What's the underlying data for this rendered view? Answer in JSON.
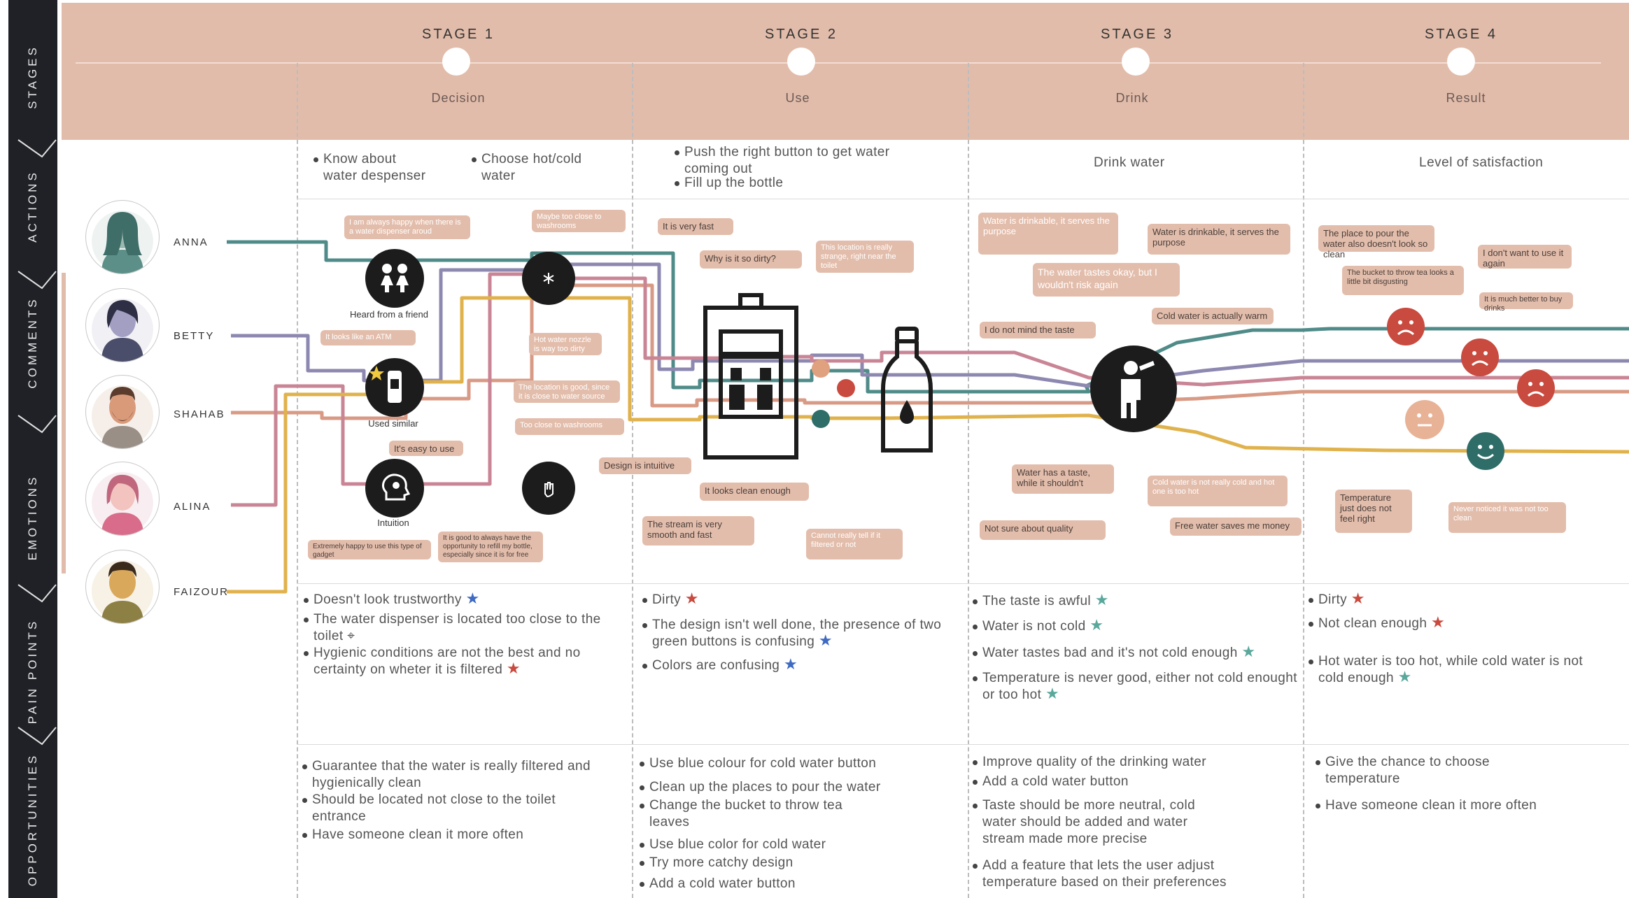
{
  "side_labels": {
    "stages": "STAGES",
    "actions": "ACTIONS",
    "comments": "COMMENTS",
    "emotions": "EMOTIONS",
    "pain_points": "PAIN POINTS",
    "opportunities": "OPPORTUNITIES"
  },
  "stages": [
    {
      "title": "STAGE 1",
      "subtitle": "Decision"
    },
    {
      "title": "STAGE 2",
      "subtitle": "Use"
    },
    {
      "title": "STAGE 3",
      "subtitle": "Drink"
    },
    {
      "title": "STAGE 4",
      "subtitle": "Result"
    }
  ],
  "actions": {
    "s1a": "Know about\nwater despenser",
    "s1b": "Choose hot/cold\nwater",
    "s2a": "Push the right button to get water\ncoming out",
    "s2b": "Fill up the bottle",
    "s3": "Drink water",
    "s4": "Level of satisfaction"
  },
  "personas": [
    "ANNA",
    "BETTY",
    "SHAHAB",
    "ALINA",
    "FAIZOUR"
  ],
  "icon_labels": {
    "friend": "Heard from a friend",
    "similar": "Used similar",
    "intuition": "Intuition"
  },
  "comments": {
    "c1": "I am always happy when there is a water dispenser aroud",
    "c2": "Maybe too close to washrooms",
    "c3": "It looks like an ATM",
    "c4": "Hot water nozzle is way too dirty",
    "c5": "The location is good, since it is close to water source",
    "c6": "Too close to washrooms",
    "c7": "It's easy to use",
    "c8": "Extremely happy to use this type of gadget",
    "c9": "It is good to always have the opportunity to refill my bottle, especially since it is for free",
    "c10": "It is very fast",
    "c11": "Why is it so dirty?",
    "c12": "This location is really strange, right near the toilet",
    "c13": "Design is intuitive",
    "c14": "It looks clean enough",
    "c15": "The stream is very smooth and fast",
    "c16": "Cannot really tell if it filtered or not",
    "c17": "Water is drinkable, it serves the purpose",
    "c18": "Water is drinkable, it serves the purpose",
    "c19": "The water tastes okay, but I wouldn't risk again",
    "c20": "Cold water is actually warm",
    "c21": "I do not mind the taste",
    "c22": "Water has a taste, while it shouldn't",
    "c23": "Cold water is not really cold and hot one is too hot",
    "c24": "Not sure about quality",
    "c25": "Free water saves me money",
    "c26": "The place to pour the water also doesn't look so clean",
    "c27": "I don't want to use it again",
    "c28": "The bucket to throw tea looks a little bit disgusting",
    "c29": "It is much better to buy drinks",
    "c30": "Temperature just does not feel right",
    "c31": "Never noticed it was not too clean"
  },
  "pain_points": {
    "s1": [
      "Doesn't look trustworthy",
      "The water dispenser is located too close to the toilet",
      "Hygienic conditions are not the best and no certainty on wheter it is filtered"
    ],
    "s2": [
      "Dirty",
      "The design isn't well done, the presence of two green buttons is confusing",
      "Colors are confusing"
    ],
    "s3": [
      "The taste is awful",
      "Water is not cold",
      "Water tastes bad and it's not cold enough",
      "Temperature is never good, either not cold enought or too hot"
    ],
    "s4": [
      "Dirty",
      "Not clean enough",
      "Hot water is too hot, while cold water is not cold enough"
    ]
  },
  "opportunities": {
    "s1": [
      "Guarantee that the water is really filtered and hygienically clean",
      "Should be located not close to the toilet entrance",
      "Have someone clean it more often"
    ],
    "s2": [
      "Use blue colour for cold water button",
      "Clean up the places to pour the water",
      "Change the bucket to throw tea leaves",
      "Use blue color for cold water",
      "Try more catchy design",
      "Add a cold water button"
    ],
    "s3": [
      "Improve quality of the drinking water",
      "Add a cold water button",
      "Taste should be more neutral, cold water should be added and water stream made more precise",
      "Add a feature that lets the user adjust temperature based on their preferences"
    ],
    "s4": [
      "Give the chance to choose temperature",
      "Have someone clean it more often"
    ]
  },
  "colors": {
    "header": "#e2bcaa",
    "anna": "#4f8b88",
    "betty": "#8d88b0",
    "shahab": "#d89a84",
    "alina": "#c98595",
    "faizour": "#e0b24c",
    "star_blue": "#3f6ac2",
    "star_red": "#c94a3e",
    "star_teal": "#5aa89c"
  },
  "icons": [
    "friends-icon",
    "snowflake-icon",
    "water-dispenser-icon",
    "hand-icon",
    "brain-icon",
    "bottle-icon",
    "person-drinking-icon"
  ]
}
